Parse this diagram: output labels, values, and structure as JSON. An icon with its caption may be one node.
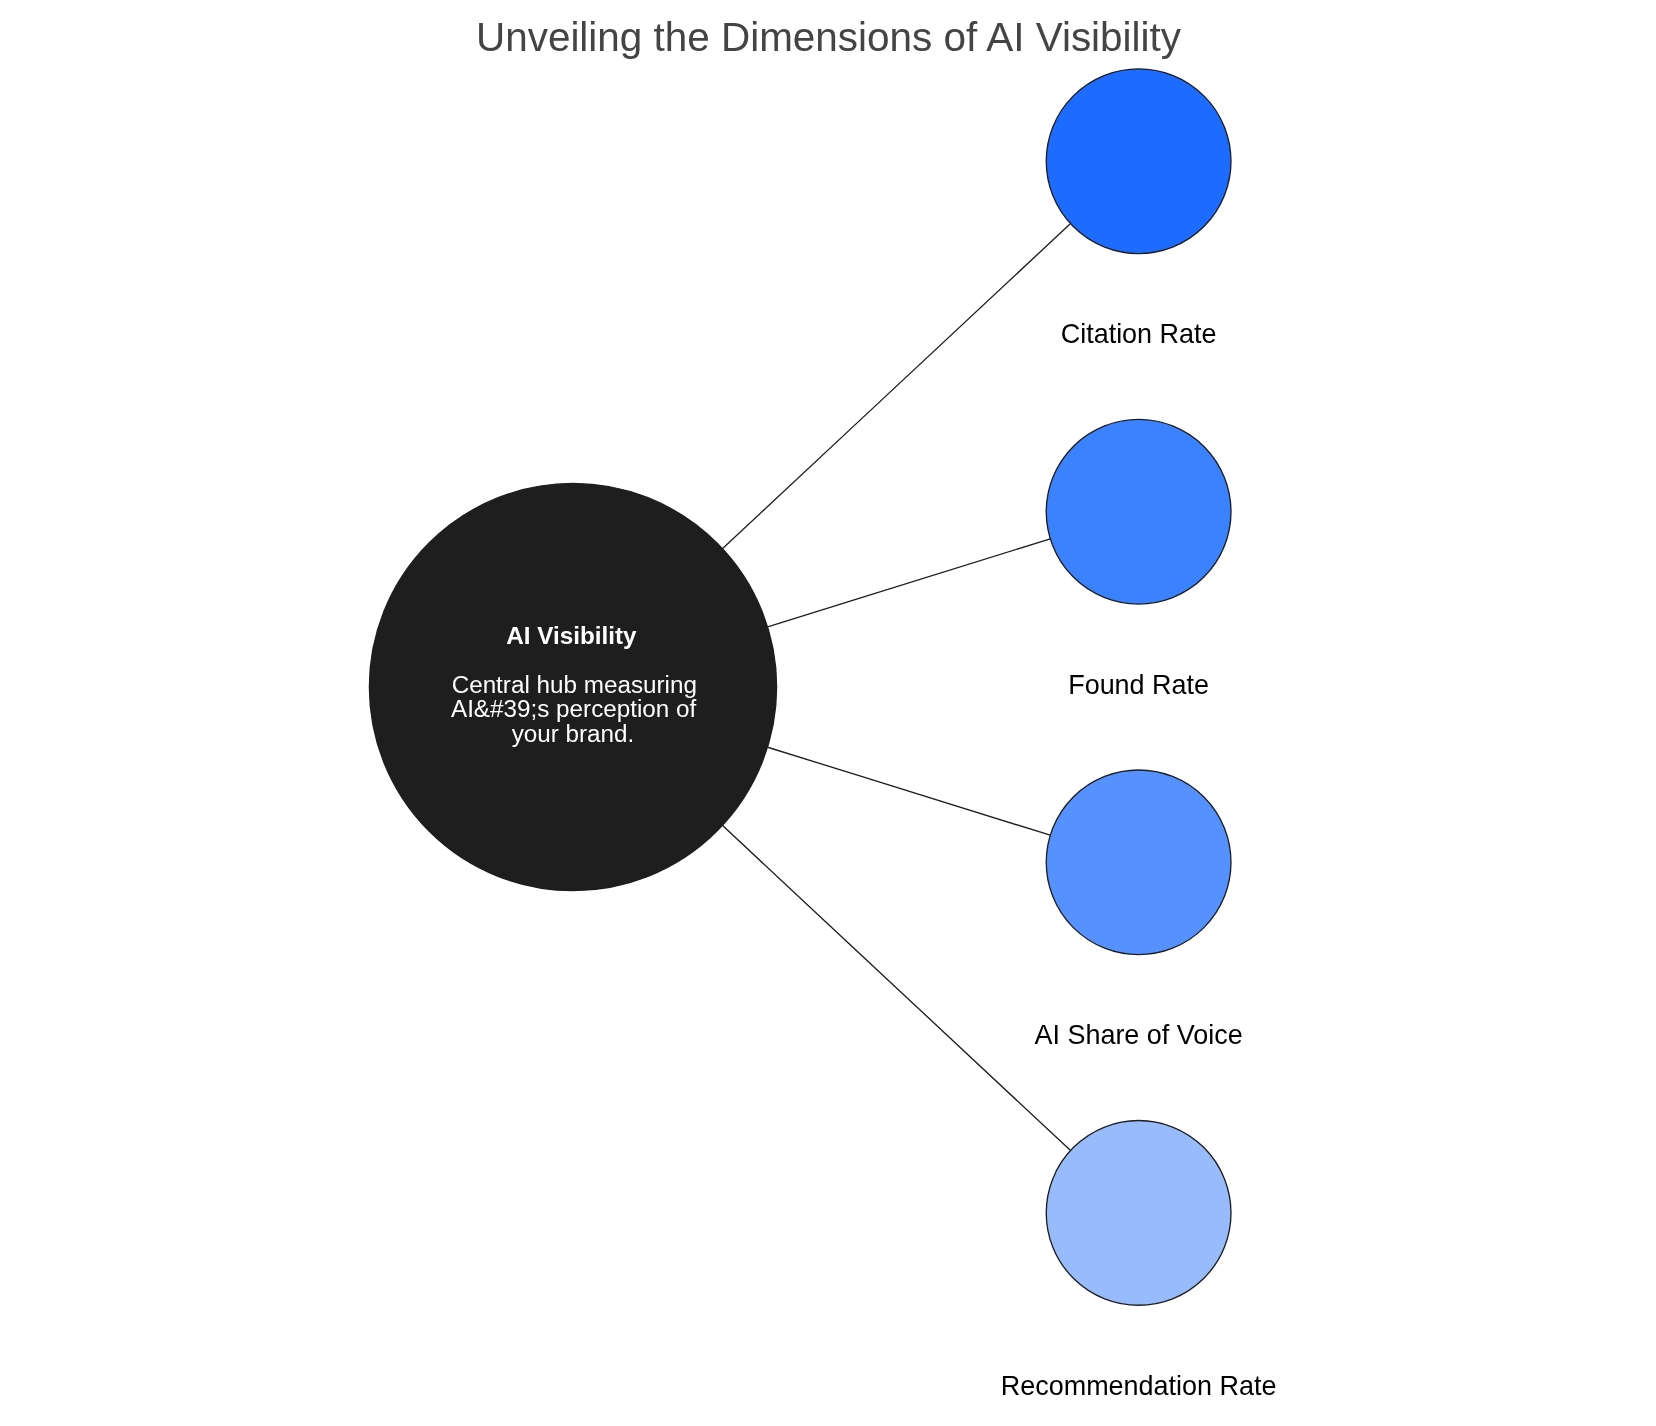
{
  "diagram": {
    "title": "Unveiling the Dimensions of AI Visibility",
    "nodes": [
      {
        "text": [
          "AI Visibility",
          "Central hub measuring AI&#39;s perception of your brand."
        ]
      },
      {
        "text": [],
        "shape": "circle",
        "beside": [
          "Citation Rate"
        ]
      },
      {
        "text": [],
        "shape": "circle",
        "beside": [
          "Found Rate"
        ]
      },
      {
        "text": [],
        "shape": "circle",
        "beside": [
          "AI Share of Voice"
        ]
      },
      {
        "text": [],
        "shape": "circle",
        "beside": [
          "Recommendation Rate"
        ]
      }
    ],
    "edges": [
      {
        "from": 0,
        "to": 1,
        "arrow": "none"
      },
      {
        "from": 0,
        "to": 2,
        "arrow": "none"
      },
      {
        "from": 0,
        "to": 3,
        "arrow": "none"
      },
      {
        "from": 0,
        "to": 4,
        "arrow": "none"
      }
    ]
  }
}
